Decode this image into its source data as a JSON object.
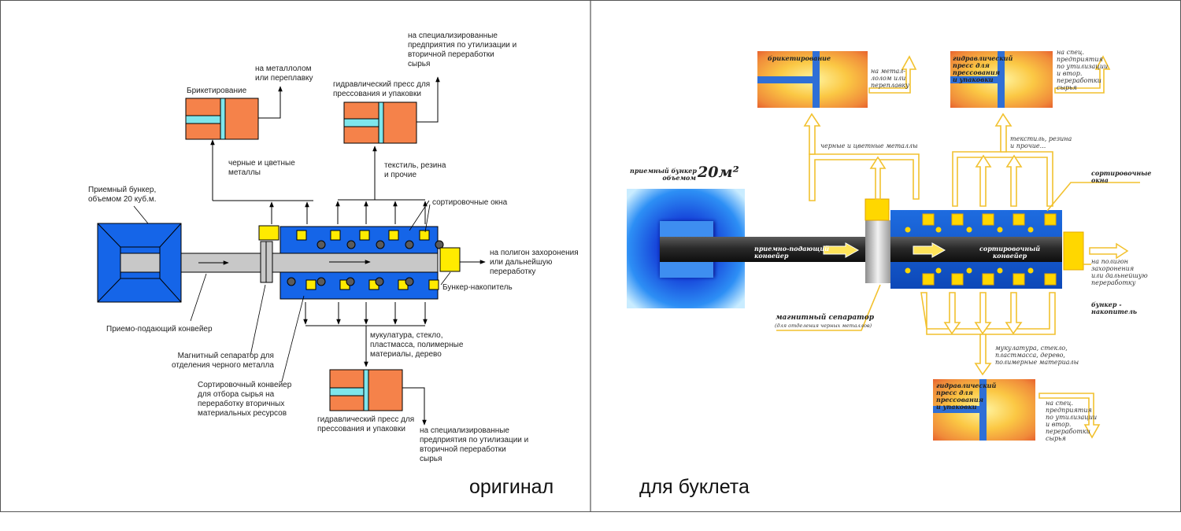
{
  "left": {
    "caption": "оригинал",
    "hopper_label": "Приемный бункер,\nобъемом 20 куб.м.",
    "conveyor_label": "Приемо-подающий конвейер",
    "separator_label": "Магнитный сепаратор для\nотделения черного металла",
    "sorting_conveyor_label": "Сортировочный конвейер\nдля отбора сырья на\nпереработку вторичных\nматериальных ресурсов",
    "sorting_windows_label": "сортировочные окна",
    "storage_hopper_label": "Бункер-накопитель",
    "landfill_label": "на полигон захоронения\nили дальнейшую\nпереработку",
    "briquetting_label": "Брикетирование",
    "scrap_label": "на металлолом\nили переплавку",
    "metals_label": "черные и цветные\nметаллы",
    "press_top_label": "гидравлический пресс для\nпрессования и упаковки",
    "enterprises_top_label": "на специализированные\nпредприятия по утилизации и\nвторичной переработки\nсырья",
    "textile_label": "текстиль, резина\nи прочие",
    "waste_paper_label": "мукулатура, стекло,\nпластмасса, полимерные\nматериалы, дерево",
    "press_bottom_label": "гидравлический пресс для\nпрессования и упаковки",
    "enterprises_bottom_label": "на специализированные\nпредприятия по утилизации и\nвторичной переработки\nсырья"
  },
  "right": {
    "caption": "для буклета",
    "hopper_label": "приемный бункер\nобъемом",
    "hopper_volume": "20м²",
    "conveyor_label": "приемно-подающий\nконвейер",
    "sorting_conveyor_label": "сортировочный\nконвейер",
    "separator_label": "магнитный сепаратор",
    "separator_sub": "(для отделения черных металлов)",
    "sorting_windows_label": "сортировочные\nокна",
    "landfill_label": "на полигон\nзахоронения\nили дальнейшую\nпереработку",
    "storage_hopper_label": "бункер -\nнакопитель",
    "briquetting_label": "брикетирование",
    "scrap_label": "на метал-\nлолом или\nпереплавку",
    "press_top_label": "гидравлический\nпресс для\nпрессования\nи упаковки",
    "enterprises_top_label": "на спец.\nпредприятия\nпо утилизации\nи втор.\nпереработки\nсырья",
    "metals_label": "черные и цветные металлы",
    "textile_label": "текстиль, резина\nи прочие...",
    "waste_paper_label": "мукулатура, стекло,\nпластмасса, дерево,\nполимерные материалы",
    "press_bottom_label": "гидравлический\nпресс для\nпрессования\nи упаковки",
    "enterprises_bottom_label": "на спец.\nпредприятия\nпо утилизации\nи втор.\nпереработки\nсырья"
  },
  "colors": {
    "blue": "#1565e8",
    "orange": "#f5824a",
    "yellow": "#ffeb00",
    "cyan": "#7ee6ec",
    "gold": "#f2c12e",
    "grey": "#c8c8c8"
  }
}
